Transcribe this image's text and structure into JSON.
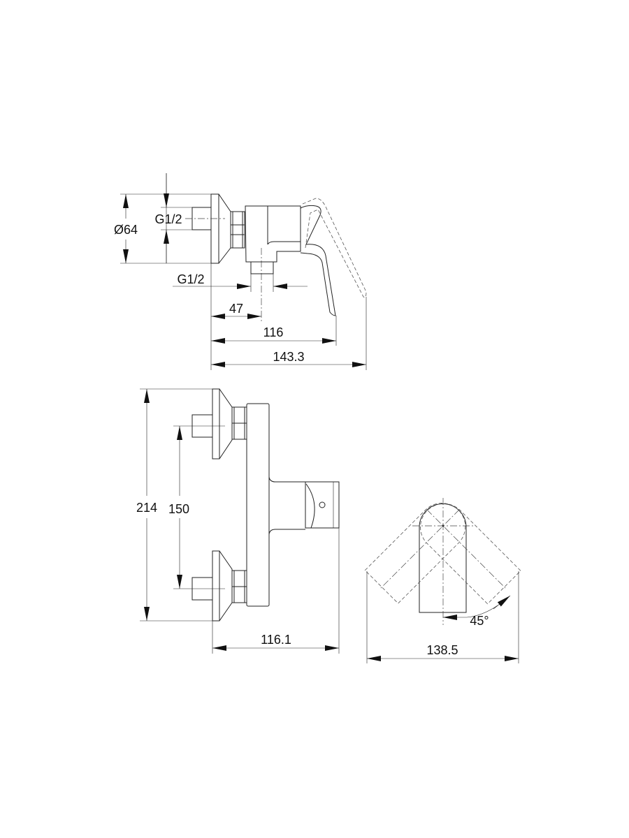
{
  "colors": {
    "line": "#222222",
    "background": "#ffffff"
  },
  "top_view": {
    "diameter_label": "Ø64",
    "inlet_thread_label": "G1/2",
    "outlet_thread_label": "G1/2",
    "offset_label": "47",
    "depth_label": "116",
    "overall_depth_label": "143.3"
  },
  "front_view": {
    "height_label": "214",
    "inlet_spacing_label": "150",
    "depth_label": "116.1"
  },
  "side_view": {
    "rotation_label": "45°",
    "width_label": "138.5"
  }
}
